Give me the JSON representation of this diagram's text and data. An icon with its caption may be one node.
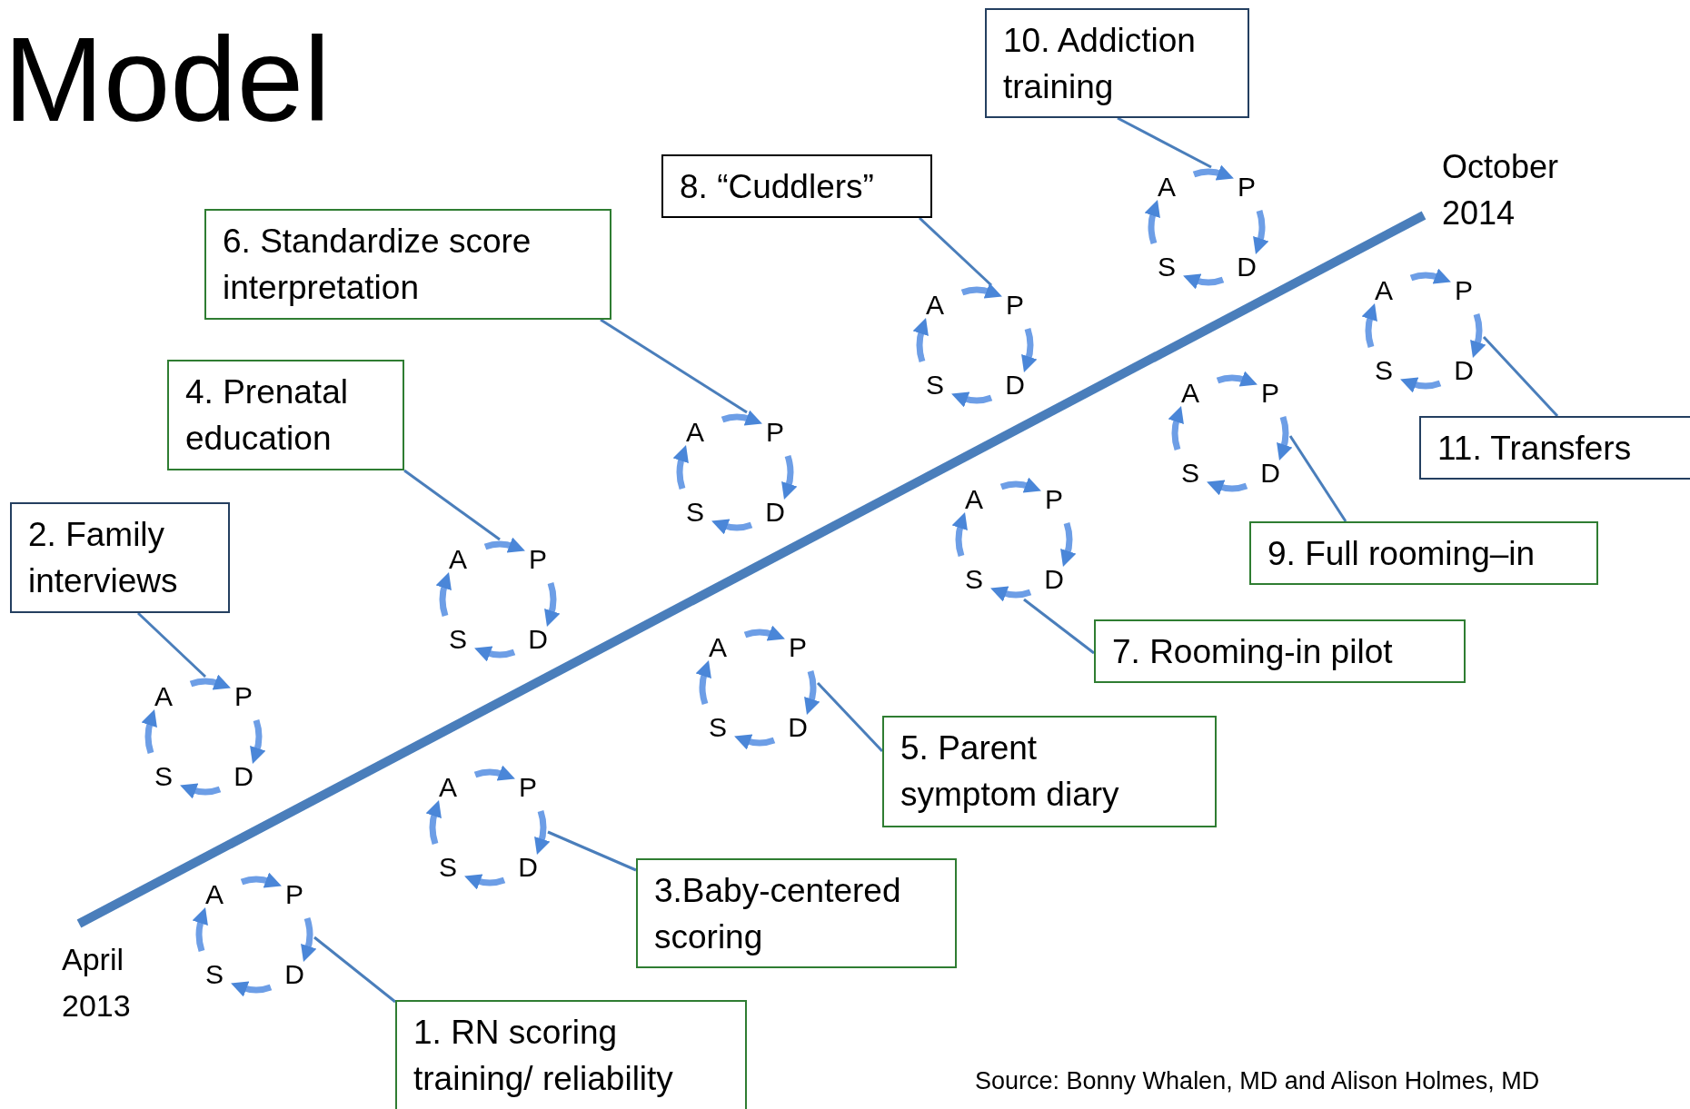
{
  "diagram": {
    "title": "Model",
    "nodes": [
      {
        "text": [
          "1. RN scoring training/ reliability"
        ]
      },
      {
        "text": [
          "A",
          "P",
          "S",
          "D"
        ]
      },
      {
        "text": [
          "2. Family interviews"
        ]
      },
      {
        "text": [
          "A",
          "P",
          "S",
          "D"
        ]
      },
      {
        "text": [
          "3.Baby-centered scoring"
        ]
      },
      {
        "text": [
          "A",
          "P",
          "S",
          "D"
        ]
      },
      {
        "text": [
          "4. Prenatal education"
        ]
      },
      {
        "text": [
          "A",
          "P",
          "S",
          "D"
        ]
      },
      {
        "text": [
          "5. Parent symptom diary"
        ]
      },
      {
        "text": [
          "A",
          "P",
          "S",
          "D"
        ]
      },
      {
        "text": [
          "6. Standardize score interpretation"
        ]
      },
      {
        "text": [
          "A",
          "P",
          "S",
          "D"
        ]
      },
      {
        "text": [
          "7. Rooming-in pilot"
        ]
      },
      {
        "text": [
          "A",
          "P",
          "S",
          "D"
        ]
      },
      {
        "text": [
          "8. “Cuddlers”"
        ]
      },
      {
        "text": [
          "A",
          "P",
          "S",
          "D"
        ]
      },
      {
        "text": [
          "9. Full rooming–in"
        ]
      },
      {
        "text": [
          "A",
          "P",
          "S",
          "D"
        ]
      },
      {
        "text": [
          "10. Addiction training"
        ]
      },
      {
        "text": [
          "A",
          "P",
          "S",
          "D"
        ]
      },
      {
        "text": [
          "11. Transfers"
        ]
      },
      {
        "text": [
          "A",
          "P",
          "S",
          "D"
        ]
      }
    ],
    "edges": [
      {
        "from": 0,
        "to": 1,
        "arrow": "none"
      },
      {
        "from": 2,
        "to": 3,
        "arrow": "none"
      },
      {
        "from": 4,
        "to": 5,
        "arrow": "none"
      },
      {
        "from": 6,
        "to": 7,
        "arrow": "none"
      },
      {
        "from": 8,
        "to": 9,
        "arrow": "none"
      },
      {
        "from": 10,
        "to": 11,
        "arrow": "none"
      },
      {
        "from": 12,
        "to": 13,
        "arrow": "none"
      },
      {
        "from": 14,
        "to": 15,
        "arrow": "none"
      },
      {
        "from": 16,
        "to": 17,
        "arrow": "none"
      },
      {
        "from": 18,
        "to": 19,
        "arrow": "none"
      },
      {
        "from": 20,
        "to": 21,
        "arrow": "none"
      }
    ],
    "labels": [
      "April 2013",
      "October 2014",
      "Source: Bonny Whalen, MD and Alison Holmes, MD"
    ]
  }
}
